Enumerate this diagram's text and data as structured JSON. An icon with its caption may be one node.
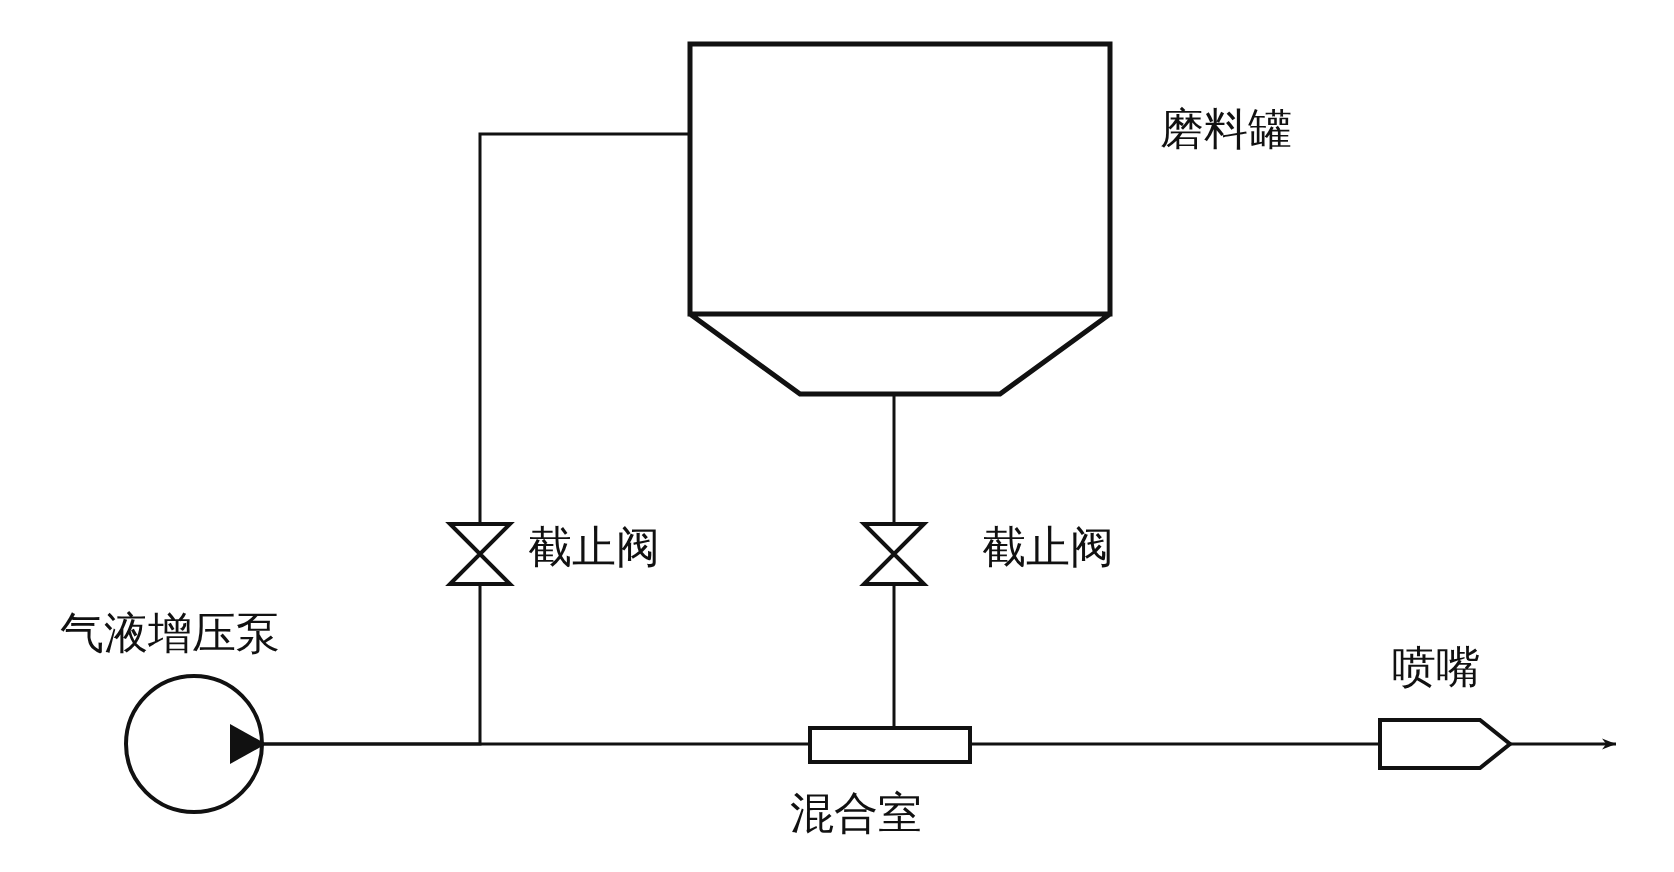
{
  "diagram": {
    "nodes": [
      {
        "text": [
          "气液增压泵"
        ]
      },
      {
        "text": [
          "磨料罐"
        ]
      },
      {
        "text": [
          "截止阀"
        ]
      },
      {
        "text": [
          "截止阀"
        ]
      },
      {
        "text": [
          "混合室"
        ]
      },
      {
        "text": [
          "喷嘴"
        ]
      }
    ],
    "edges": [
      {
        "from": 0,
        "to": 2,
        "arrow": "none"
      },
      {
        "from": 0,
        "to": 4,
        "arrow": "none"
      },
      {
        "from": 2,
        "to": 1,
        "arrow": "none"
      },
      {
        "from": 1,
        "to": 3,
        "arrow": "none"
      },
      {
        "from": 3,
        "to": 4,
        "arrow": "none"
      },
      {
        "from": 4,
        "to": 5,
        "arrow": "none"
      },
      {
        "from": 5,
        "to": null,
        "arrow": "to"
      }
    ]
  }
}
